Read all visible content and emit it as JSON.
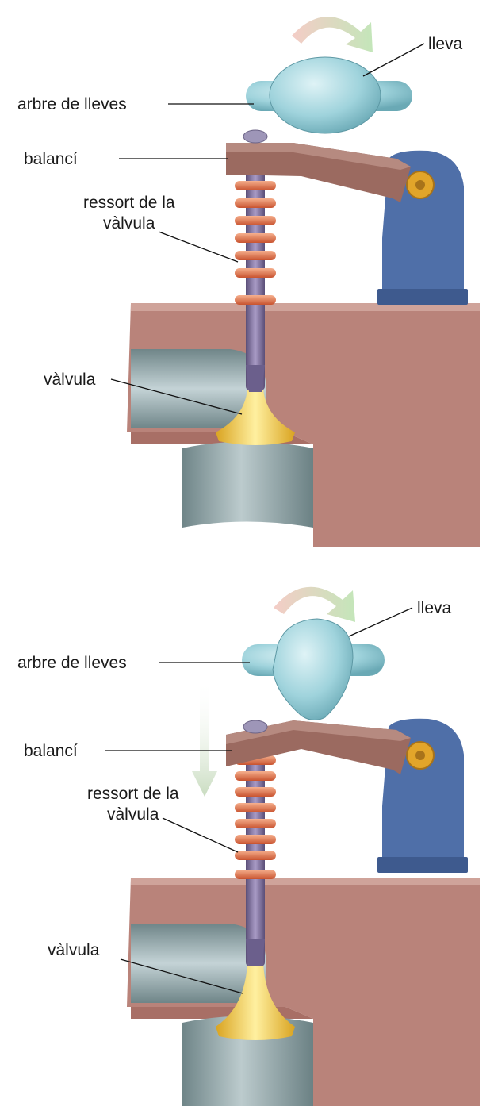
{
  "panels": [
    {
      "state": "closed",
      "labels": {
        "cam": "lleva",
        "camshaft": "arbre de lleves",
        "rocker": "balancí",
        "spring_line1": "ressort de la",
        "spring_line2": "vàlvula",
        "valve": "vàlvula"
      }
    },
    {
      "state": "open",
      "labels": {
        "cam": "lleva",
        "camshaft": "arbre de lleves",
        "rocker": "balancí",
        "spring_line1": "ressort de la",
        "spring_line2": "vàlvula",
        "valve": "vàlvula"
      }
    }
  ],
  "colors": {
    "head": "#b9837a",
    "head_dark": "#8e5e57",
    "port": "#8fa3a7",
    "rocker": "#9b6a60",
    "bracket": "#4f6fa8",
    "cam": "#9fd3dc",
    "spring": "#e07a55",
    "stem": "#7d6f9a",
    "valve_head": "#f2c73a",
    "pivot": "#e2a52a"
  }
}
